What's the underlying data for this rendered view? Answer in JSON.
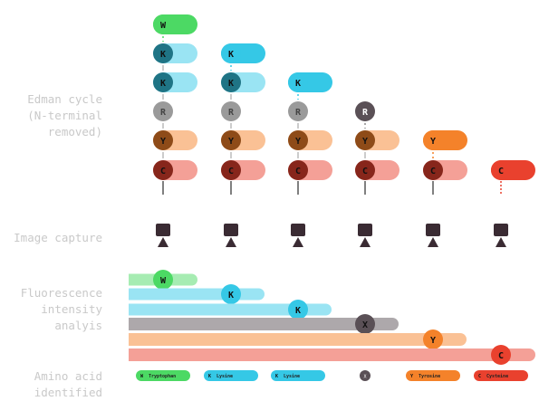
{
  "labels": {
    "edman_cycle": [
      "Edman cycle",
      "(N-terminal",
      "removed)"
    ],
    "image_capture": "Image capture",
    "fluorescence": [
      "Fluorescence",
      "intensity",
      "analyis"
    ],
    "amino_acid": [
      "Amino acid",
      "identified"
    ]
  },
  "colors": {
    "W": "#4cd964",
    "K": "#35c8e6",
    "R": "#8c8c8c",
    "Y": "#f4822a",
    "C": "#e9412e",
    "X": "#5a5056",
    "camera": "#3a2b33",
    "label": "#c9c9c9"
  },
  "cycles": [
    {
      "stack": [
        "W",
        "K",
        "K",
        "R",
        "Y",
        "C"
      ],
      "active": "W"
    },
    {
      "stack": [
        "K",
        "K",
        "R",
        "Y",
        "C"
      ],
      "active": "K"
    },
    {
      "stack": [
        "K",
        "R",
        "Y",
        "C"
      ],
      "active": "K"
    },
    {
      "stack": [
        "R",
        "Y",
        "C"
      ],
      "active": "X"
    },
    {
      "stack": [
        "Y",
        "C"
      ],
      "active": "Y"
    },
    {
      "stack": [
        "C"
      ],
      "active": "C"
    }
  ],
  "fluorescence": [
    {
      "letter": "W"
    },
    {
      "letter": "K"
    },
    {
      "letter": "K"
    },
    {
      "letter": "X"
    },
    {
      "letter": "Y"
    },
    {
      "letter": "C"
    }
  ],
  "identified": [
    {
      "letter": "W",
      "name": "Tryptophan"
    },
    {
      "letter": "K",
      "name": "Lysine"
    },
    {
      "letter": "K",
      "name": "Lysine"
    },
    {
      "letter": "X",
      "name": ""
    },
    {
      "letter": "Y",
      "name": "Tyrosine"
    },
    {
      "letter": "C",
      "name": "Cysteine"
    }
  ]
}
